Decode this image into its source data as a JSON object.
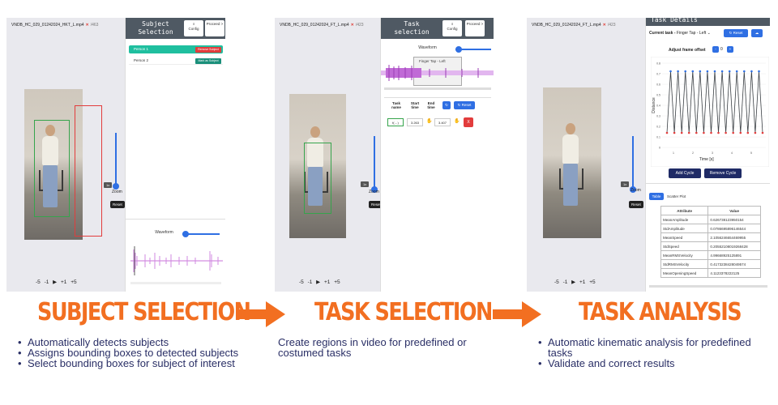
{
  "panels": {
    "subject": {
      "filename": "VNDB_HC_029_01242024_HKT_L.mp4",
      "count": "/463",
      "header_title": "Subject Selection",
      "config_label": "Config",
      "proceed_label": "Proceed >",
      "person1_label": "Person 1",
      "person2_label": "Person 2",
      "remove_subject": "Remove Subject",
      "mark_subject": "Mark as Subject",
      "waveform_title": "Waveform",
      "zoom_label": "Zoom",
      "chip": "1x",
      "reset": "Reset",
      "controls": "-5 -1 ▶ +1 +5"
    },
    "task": {
      "filename": "VNDB_HC_029_01242024_FT_L.mp4",
      "count": "/423",
      "header_title": "Task selection",
      "config_label": "Config",
      "proceed_label": "Proceed >",
      "waveform_title": "Waveform",
      "region_label": "Finger Tap - Left",
      "col_task": "Task name",
      "col_start": "Start time",
      "col_end": "End time",
      "reset_button": "Reset",
      "task_value": "f(…)",
      "start_value": "3.263",
      "end_value": "3.407",
      "delete_label": "X",
      "zoom_label": "Zoom",
      "chip": "1x",
      "reset": "Reset",
      "controls": "-5 -1 ▶ +1 +5"
    },
    "analysis": {
      "filename": "VNDB_HC_029_01242024_FT_L.mp4",
      "count": "/423",
      "header_title": "Task Details",
      "current_task_label": "Current task -",
      "current_task_value": "Finger Tap - Left",
      "reset_button": "Reset",
      "frame_offset_label": "Adjust frame offset",
      "frame_offset_value": "0",
      "minus": "-",
      "plus": "+",
      "add_cycle": "Add Cycle",
      "remove_cycle": "Remove Cycle",
      "tab_table": "Table",
      "tab_scatter": "Scatter Plot",
      "col_attribute": "Attribute",
      "col_value": "Value",
      "rows": [
        {
          "attr": "MeanAmplitude",
          "value": "0.626738123950154"
        },
        {
          "attr": "StdAmplitude",
          "value": "0.0786695896146544"
        },
        {
          "attr": "MeanSpeed",
          "value": "2.1056246654469955"
        },
        {
          "attr": "StdSpeed",
          "value": "0.20552108019268428"
        },
        {
          "attr": "MeanRMSVelocity",
          "value": "4.99668925125891"
        },
        {
          "attr": "StdRMSVelocity",
          "value": "0.4173238428049574"
        },
        {
          "attr": "MeanOpeningSpeed",
          "value": "4.1123378222125"
        }
      ],
      "ylabel": "Distance",
      "xlabel": "Time [s]",
      "x_ticks": [
        "1",
        "2",
        "3",
        "4",
        "5"
      ],
      "y_ticks": [
        "0.8",
        "0.7",
        "0.6",
        "0.5",
        "0.4",
        "0.3",
        "0.2",
        "0.1",
        "0"
      ],
      "zoom_label": "Zoom",
      "chip": "1x",
      "reset": "Reset",
      "controls": "-5 -1 ▶ +1 +5"
    }
  },
  "sections": {
    "subject": {
      "heading": "SUBJECT SELECTION",
      "bullets": [
        "Automatically detects subjects",
        "Assigns bounding boxes to detected subjects",
        "Select bounding boxes for subject of interest"
      ]
    },
    "task": {
      "heading": "TASK SELECTION",
      "text": "Create regions in video for predefined or costumed tasks"
    },
    "analysis": {
      "heading": "TASK ANALYSIS",
      "bullets": [
        "Automatic kinematic analysis for predefined tasks",
        "Validate and correct results"
      ]
    }
  },
  "colors": {
    "accent_orange": "#f26f21",
    "text_navy": "#2a2f66",
    "header_gray": "#4f5963",
    "primary_blue": "#2f6fe3",
    "teal": "#1fbf9f",
    "danger_red": "#e23c3c"
  },
  "icons": [
    "download-icon",
    "refresh-icon",
    "cloud-icon",
    "close-icon",
    "hand-icon",
    "arrow-right-icon"
  ]
}
